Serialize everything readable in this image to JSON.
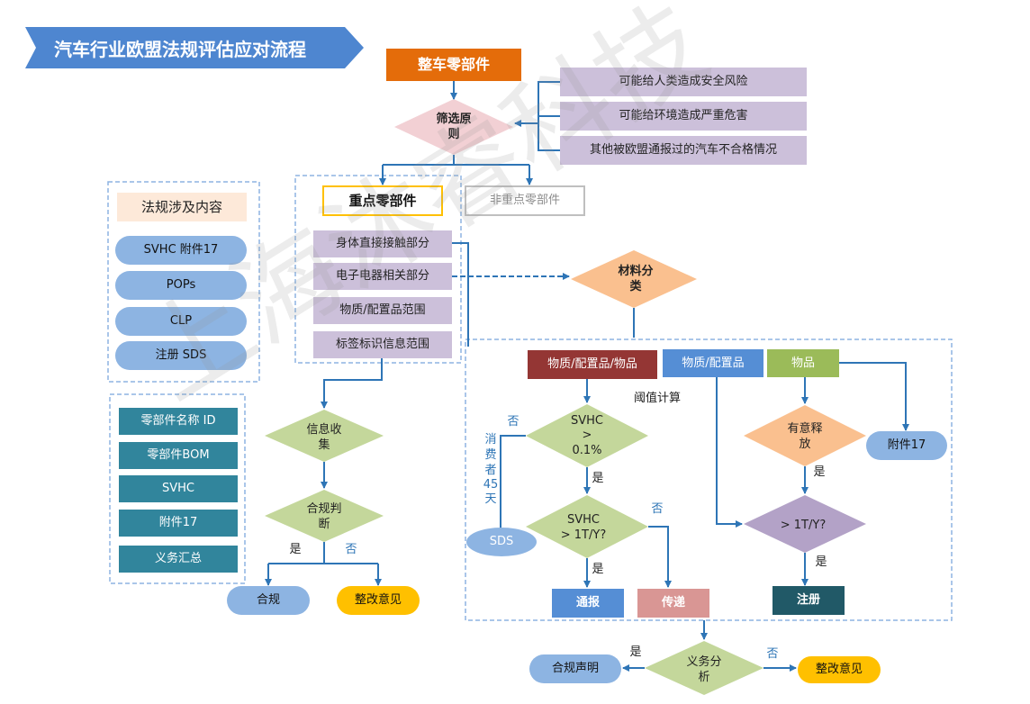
{
  "header": {
    "title": "汽车行业欧盟法规评估应对流程"
  },
  "watermark": {
    "text": "上海沐睿科技"
  },
  "colors": {
    "banner": "#4E86D0",
    "orange": "#E46C0A",
    "pink": "#F2D0D4",
    "lavender": "#CCC0DA",
    "light_orange": "#FAC08F",
    "blue_pill": "#8DB4E2",
    "teal": "#31859C",
    "green": "#C4D79B",
    "gold": "#FFC000",
    "dark_red": "#943634",
    "mid_blue": "#558ED5",
    "olive": "#9BBB59",
    "purple": "#B3A2C7",
    "rose": "#D99694",
    "dark_teal": "#215967",
    "line": "#2E75B6"
  },
  "top": {
    "vehicle_parts": "整车零部件",
    "screening": "筛选原则",
    "criteria": [
      "可能给人类造成安全风险",
      "可能给环境造成严重危害",
      "其他被欧盟通报过的汽车不合格情况"
    ],
    "key_parts": "重点零部件",
    "non_key_parts": "非重点零部件"
  },
  "key_part_items": [
    "身体直接接触部分",
    "电子电器相关部分",
    "物质/配置品范围",
    "标签标识信息范围"
  ],
  "regulation": {
    "title": "法规涉及内容",
    "items": [
      "SVHC  附件17",
      "POPs",
      "CLP",
      "注册  SDS"
    ]
  },
  "info": {
    "items": [
      "零部件名称 ID",
      "零部件BOM",
      "SVHC",
      "附件17",
      "义务汇总"
    ]
  },
  "left_flow": {
    "info_collect": "信息收集",
    "compliance_judge": "合规判断",
    "yes": "是",
    "no": "否",
    "compliant": "合规",
    "rectify": "整改意见"
  },
  "material": {
    "classify": "材料分类",
    "cat_mixture_article": "物质/配置品/物品",
    "cat_substance": "物质/配置品",
    "cat_article": "物品",
    "threshold_calc": "阈值计算",
    "svhc_01": "SVHC\n>\n0.1%",
    "svhc_1t": "SVHC\n> 1T/Y?",
    "consumer_45": "消\n费\n者\n45\n天",
    "sds": "SDS",
    "notify": "通报",
    "transmit": "传递",
    "intentional_release": "有意释放",
    "annex17": "附件17",
    "over_1t": "> 1T/Y?",
    "register": "注册",
    "yes": "是",
    "no": "否"
  },
  "bottom": {
    "obligation": "义务分析",
    "statement": "合规声明",
    "rectify": "整改意见",
    "yes": "是",
    "no": "否"
  }
}
